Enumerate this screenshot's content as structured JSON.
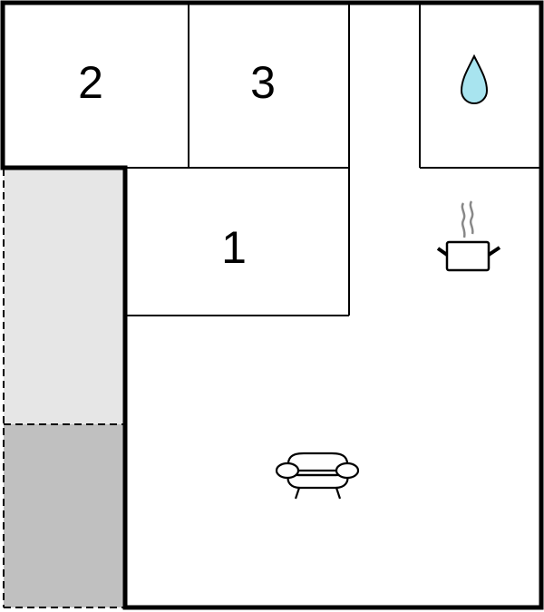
{
  "rooms": [
    {
      "label": "2"
    },
    {
      "label": "3"
    },
    {
      "label": "1"
    }
  ],
  "icons": [
    "water-drop-icon",
    "cooking-pot-icon",
    "sofa-icon"
  ],
  "colors": {
    "wall": "#000000",
    "terrace_light": "#e6e6e6",
    "terrace_dark": "#c0c0c0",
    "water": "#a8e4ef",
    "steam": "#888888"
  }
}
